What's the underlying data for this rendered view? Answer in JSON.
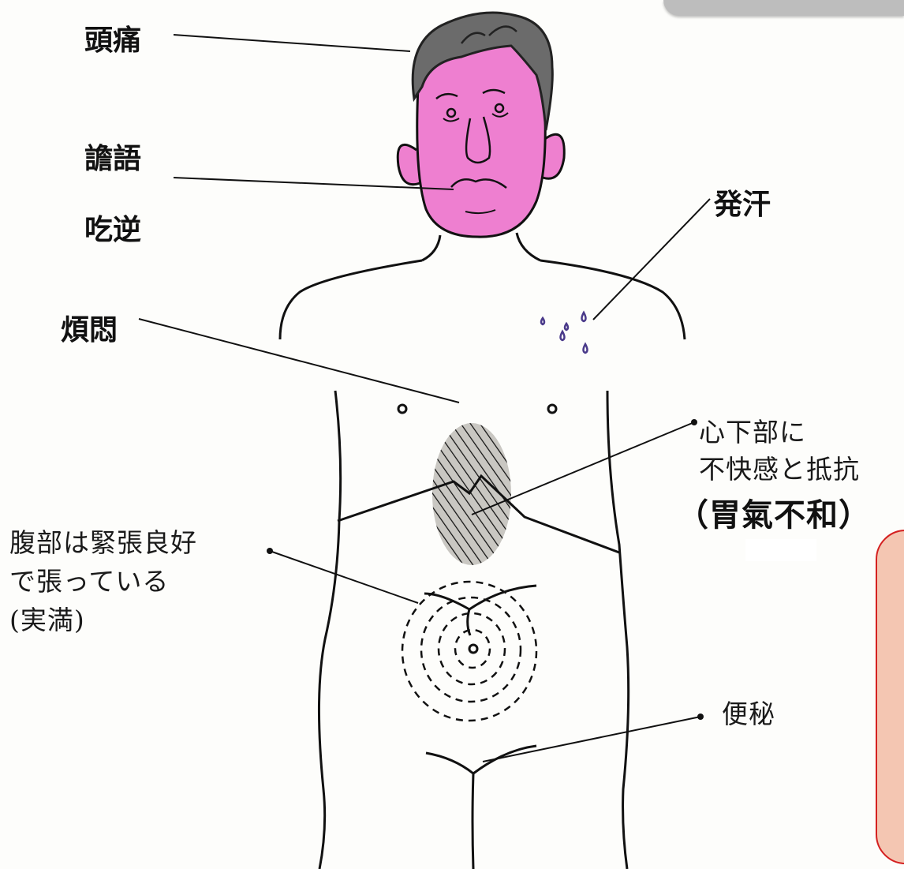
{
  "labels": {
    "headache": "頭痛",
    "delirium": "譫語",
    "hiccup": "吃逆",
    "irritability": "煩悶",
    "sweating": "発汗",
    "epigastric_line1": "心下部に",
    "epigastric_line2": "不快感と抵抗",
    "epigastric_diagnosis": "（胃氣不和）",
    "abdomen_line1": "腹部は緊張良好",
    "abdomen_line2": "で張っている",
    "abdomen_line3": "(実満)",
    "constipation": "便秘"
  },
  "colors": {
    "face": "#f07ad0",
    "hair": "#6b6b6b",
    "ink": "#111111",
    "sweat": "#4a3a8a",
    "note_fill": "#f4c6b2",
    "note_border": "#d42020"
  }
}
